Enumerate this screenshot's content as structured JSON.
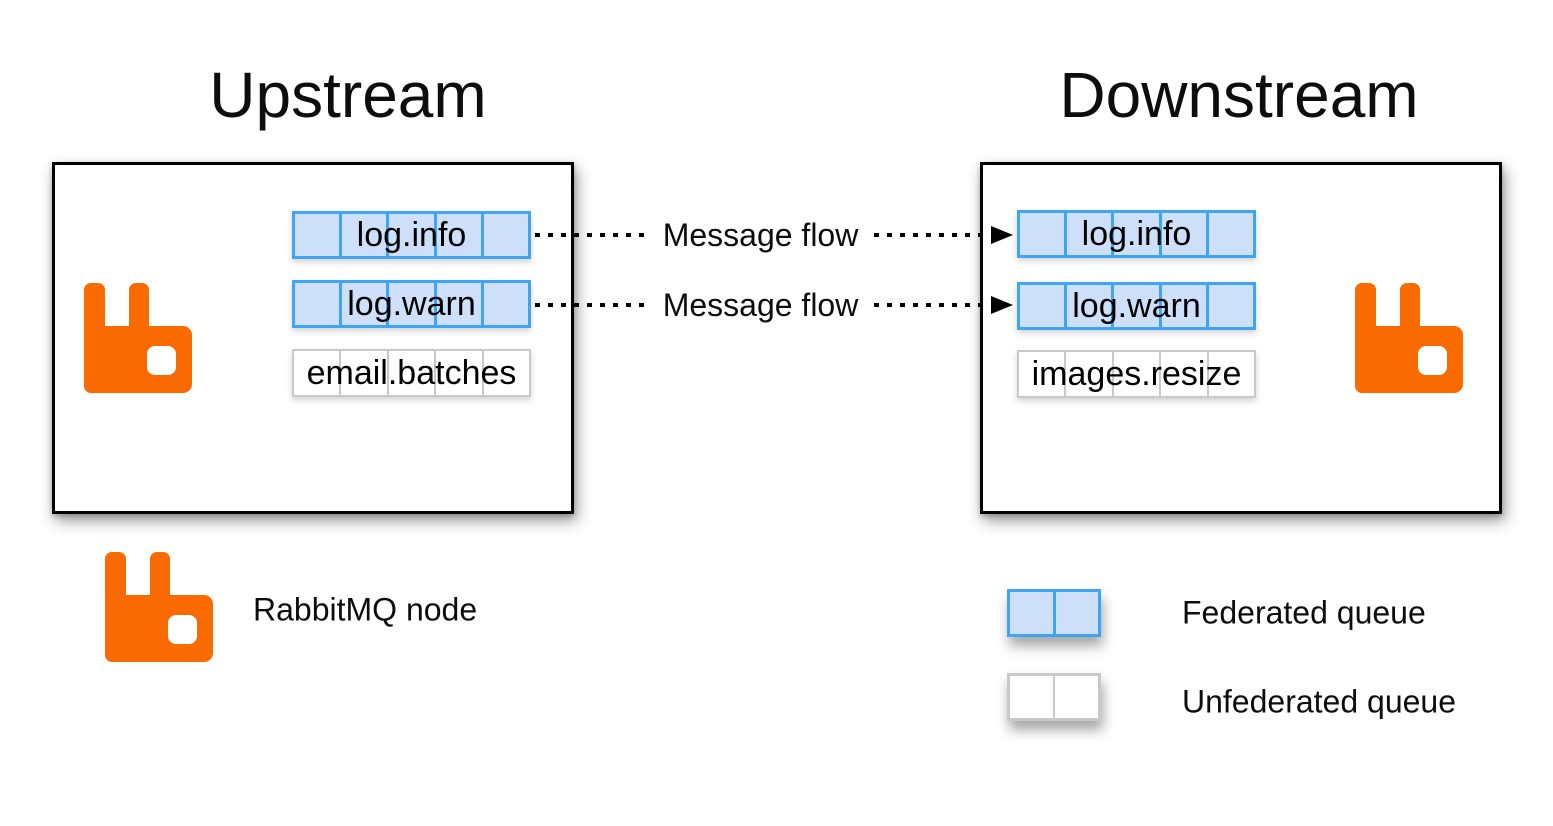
{
  "titles": {
    "upstream": "Upstream",
    "downstream": "Downstream"
  },
  "colors": {
    "accent_orange": "#F96A00",
    "federated_border": "#3FA5F2",
    "federated_fill": "#CEE0F9",
    "unfederated_border": "#C9C9C9",
    "unfederated_fill": "#FFFFFF",
    "box_border": "#000000",
    "text": "#0D0D0D"
  },
  "upstream_node": {
    "queues": [
      {
        "label": "log.info",
        "type": "federated"
      },
      {
        "label": "log.warn",
        "type": "federated"
      },
      {
        "label": "email.batches",
        "type": "unfederated"
      }
    ]
  },
  "downstream_node": {
    "queues": [
      {
        "label": "log.info",
        "type": "federated"
      },
      {
        "label": "log.warn",
        "type": "federated"
      },
      {
        "label": "images.resize",
        "type": "unfederated"
      }
    ]
  },
  "flows": [
    {
      "label": "Message flow"
    },
    {
      "label": "Message flow"
    }
  ],
  "legend": {
    "node_label": "RabbitMQ node",
    "federated_label": "Federated queue",
    "unfederated_label": "Unfederated queue"
  },
  "icons": {
    "rabbitmq_logo": "rabbitmq-rabbit-mark",
    "arrowhead": "black-right-triangle"
  }
}
